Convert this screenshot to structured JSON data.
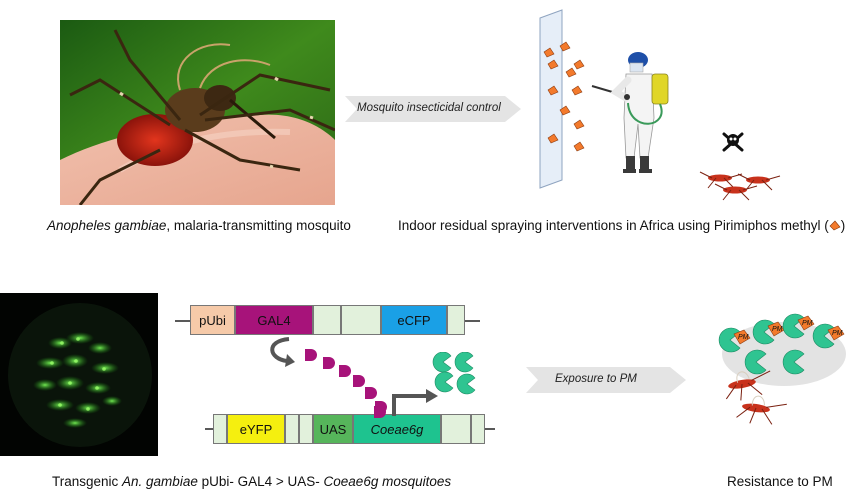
{
  "colors": {
    "pubi": "#f6caa9",
    "gal4": "#a7137a",
    "ecfp": "#1aa0e6",
    "eyfp": "#f5ef0f",
    "uas": "#56b55b",
    "coeae6g": "#1ec38f",
    "pale": "#e2f1dc",
    "pm_orange": "#f37a2c",
    "enzyme_teal": "#2fc491",
    "arrow_grey": "#e4e4e4"
  },
  "top": {
    "mosquito_caption_italic": "Anopheles gambiae",
    "mosquito_caption_rest": ", malaria-transmitting mosquito",
    "arrow_label": "Mosquito insecticidal control",
    "spray_caption": "Indoor residual spraying interventions in Africa using Pirimiphos methyl (",
    "spray_caption_close": ")"
  },
  "bottom": {
    "construct1": {
      "pubi": "pUbi",
      "gal4": "GAL4",
      "ecfp": "eCFP"
    },
    "construct2": {
      "eyfp": "eYFP",
      "uas": "UAS",
      "coeae6g": "Coeae6g"
    },
    "arrow_label": "Exposure to PM",
    "pm_label": "PM",
    "transgenic_caption": {
      "part1": "Transgenic ",
      "part2_italic": "An. gambiae",
      "part3": " pUbi- GAL4 > UAS- ",
      "part4_italic": "Coeae6g mosquitoes"
    },
    "resistance_caption": "Resistance to PM"
  }
}
